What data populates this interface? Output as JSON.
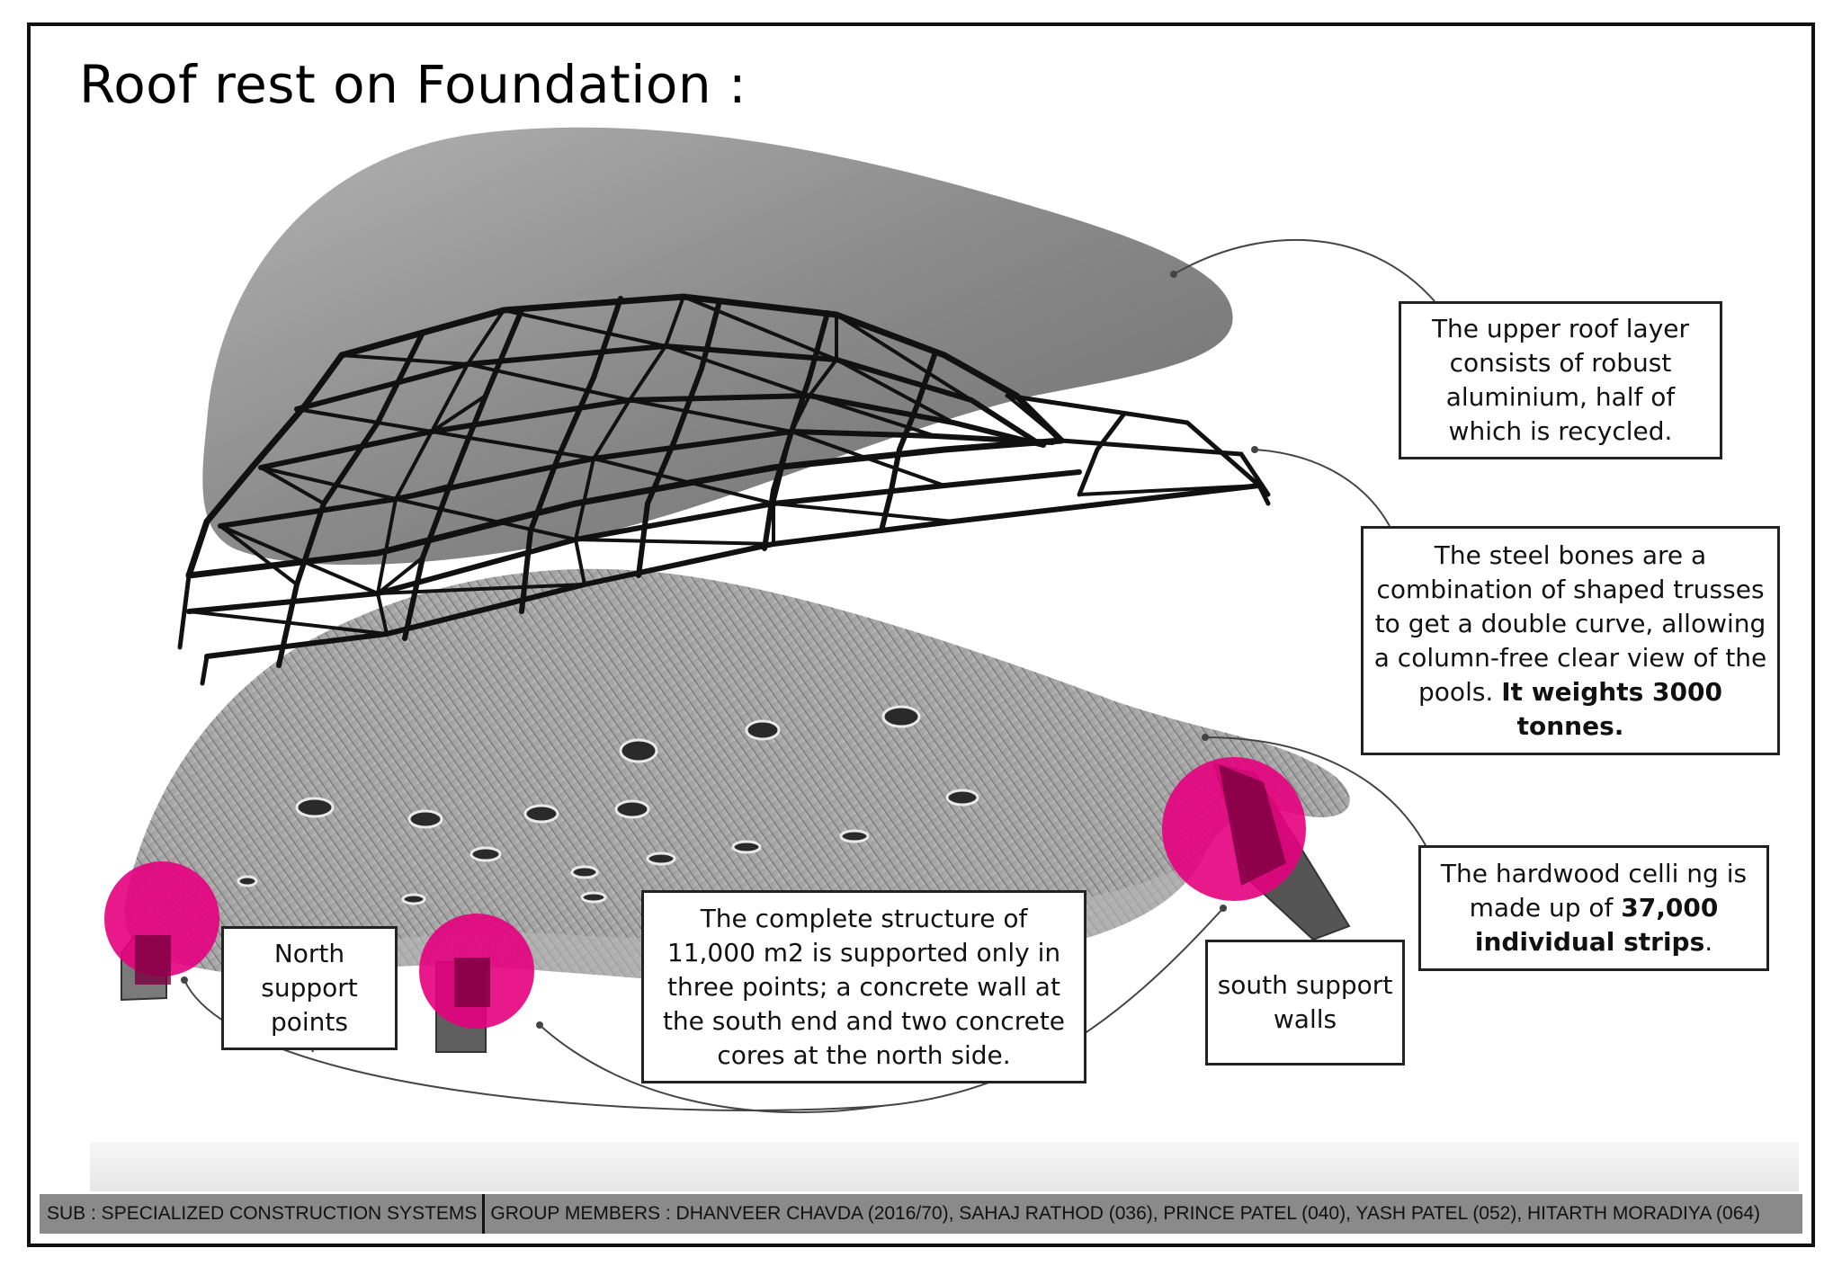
{
  "title": "Roof rest on Foundation :",
  "notes": {
    "upper_roof": "The upper roof layer consists of robust aluminium, half of which is recycled.",
    "steel_bones": {
      "text": "The steel bones are a combination of shaped trusses to get a double curve, allowing a column-free clear view of the pools.",
      "bold": "It weights 3000 tonnes."
    },
    "hardwood": {
      "text_1": "The hardwood celli ng is made up of",
      "bold": "37,000 individual strips",
      "text_2": "."
    },
    "structure": "The complete structure of 11,000 m2 is supported only in three points; a concrete wall at the south end and two concrete cores at the north side.",
    "north": "North support points",
    "south": "south support walls"
  },
  "footer": {
    "subject": "SUB : SPECIALIZED CONSTRUCTION SYSTEMS",
    "members": "GROUP MEMBERS : DHANVEER CHAVDA  (2016/70), SAHAJ RATHOD (036), PRINCE PATEL  (040), YASH PATEL  (052), HITARTH MORADIYA (064)"
  },
  "colors": {
    "support_highlight": "#e6007e",
    "roof_grey": "#8c8c8c",
    "truss": "#111111"
  }
}
